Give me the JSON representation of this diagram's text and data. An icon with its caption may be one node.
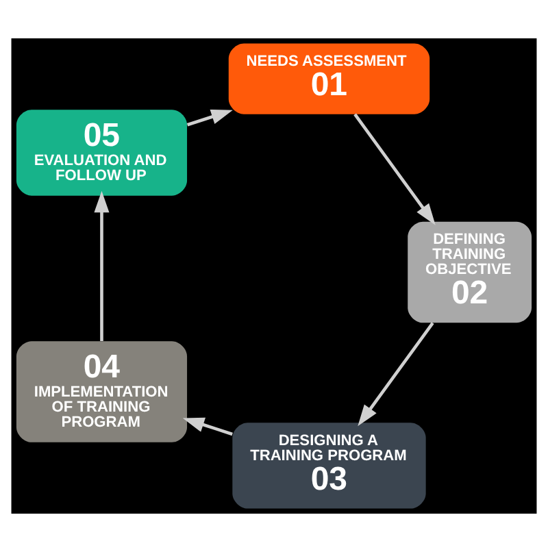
{
  "diagram": {
    "nodes": [
      {
        "text": [
          "NEEDS ASSESSMENT",
          "01"
        ]
      },
      {
        "text": [
          "DEFINING TRAINING OBJECTIVE",
          "02"
        ]
      },
      {
        "text": [
          "DESIGNING A TRAINING PROGRAM",
          "03"
        ]
      },
      {
        "text": [
          "04",
          "IMPLEMENTATION OF TRAINING PROGRAM"
        ]
      },
      {
        "text": [
          "05",
          "EVALUATION AND FOLLOW UP"
        ]
      }
    ],
    "edges": [
      {
        "from": 0,
        "to": 1,
        "arrow": "to"
      },
      {
        "from": 1,
        "to": 2,
        "arrow": "to"
      },
      {
        "from": 2,
        "to": 3,
        "arrow": "to"
      },
      {
        "from": 3,
        "to": 4,
        "arrow": "to"
      },
      {
        "from": 4,
        "to": 0,
        "arrow": "to"
      }
    ]
  }
}
